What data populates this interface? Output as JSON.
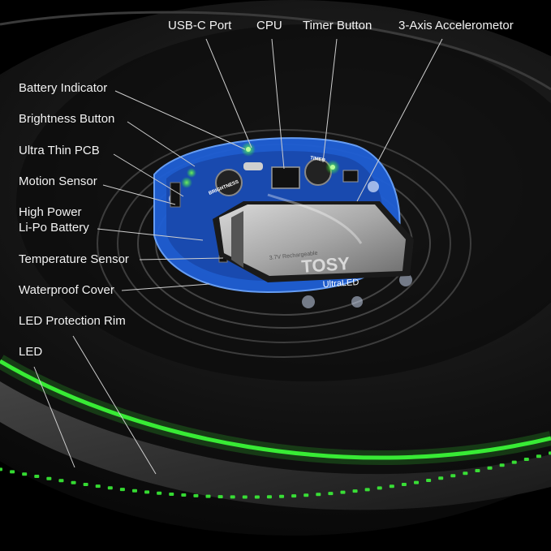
{
  "labels": {
    "usb_c_port": "USB-C  Port",
    "cpu": "CPU",
    "timer_button": "Timer Button",
    "accelerometer": "3-Axis Accelerometor",
    "battery_indicator": "Battery Indicator",
    "brightness_button": "Brightness Button",
    "ultra_thin_pcb": "Ultra Thin PCB",
    "motion_sensor": "Motion Sensor",
    "battery_line1": "High Power",
    "battery_line2": "Li-Po Battery",
    "temperature_sensor": "Temperature Sensor",
    "waterproof_cover": "Waterproof Cover",
    "led_protection_rim": "LED Protection Rim",
    "led": "LED"
  },
  "board_text": {
    "brand": "TOSY",
    "brand_sub": "UltraLED",
    "brightness": "BRIGHTNESS",
    "timer": "TIMER",
    "battery_spec": "3.7V Rechargeable"
  },
  "colors": {
    "background": "#000000",
    "pcb_blue": "#1f5fd6",
    "led_green": "#3dff3a",
    "label_text": "#f2f2f2",
    "leader_line": "#cfcfcf"
  }
}
